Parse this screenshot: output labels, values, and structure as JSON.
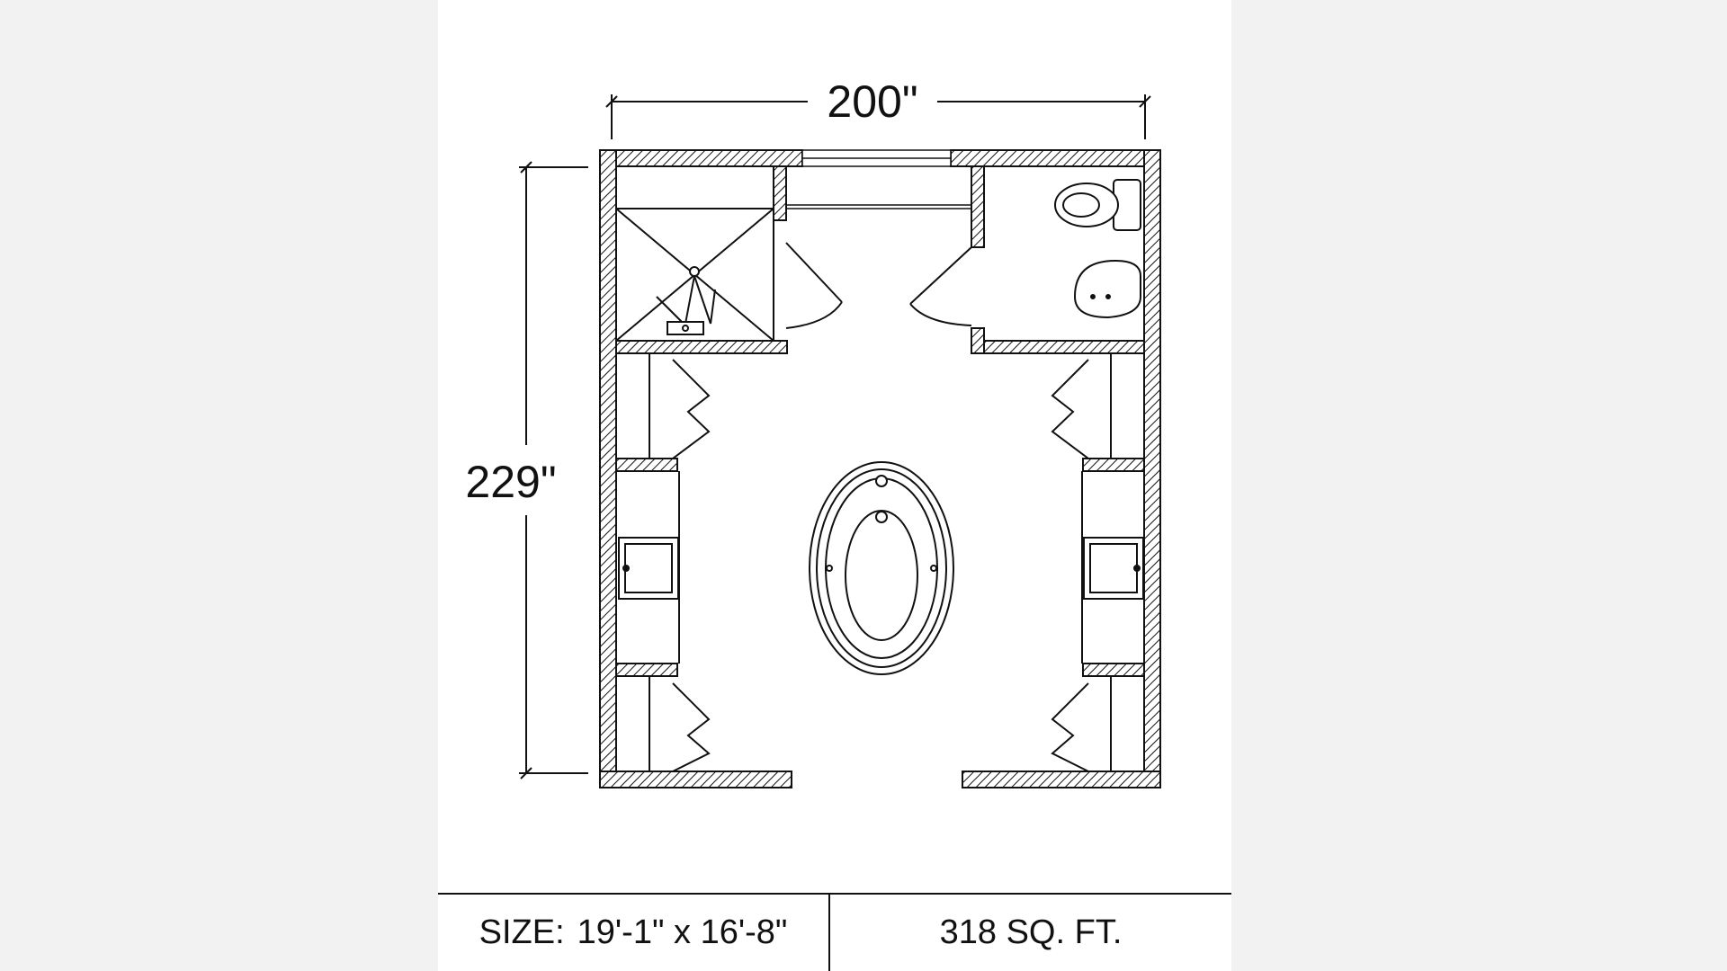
{
  "plan": {
    "width_dimension": "200\"",
    "height_dimension": "229\""
  },
  "footer": {
    "size_label": "SIZE:",
    "size_value": "19'-1\" x 16'-8\"",
    "area": "318 SQ. FT."
  },
  "colors": {
    "ink": "#111111",
    "paper": "#ffffff",
    "background": "#f2f2f2"
  },
  "icons": [
    "toilet-icon",
    "bidet-icon",
    "bathtub-icon",
    "shower-icon",
    "sink-icon",
    "door-swing-icon",
    "closet-door-icon"
  ]
}
